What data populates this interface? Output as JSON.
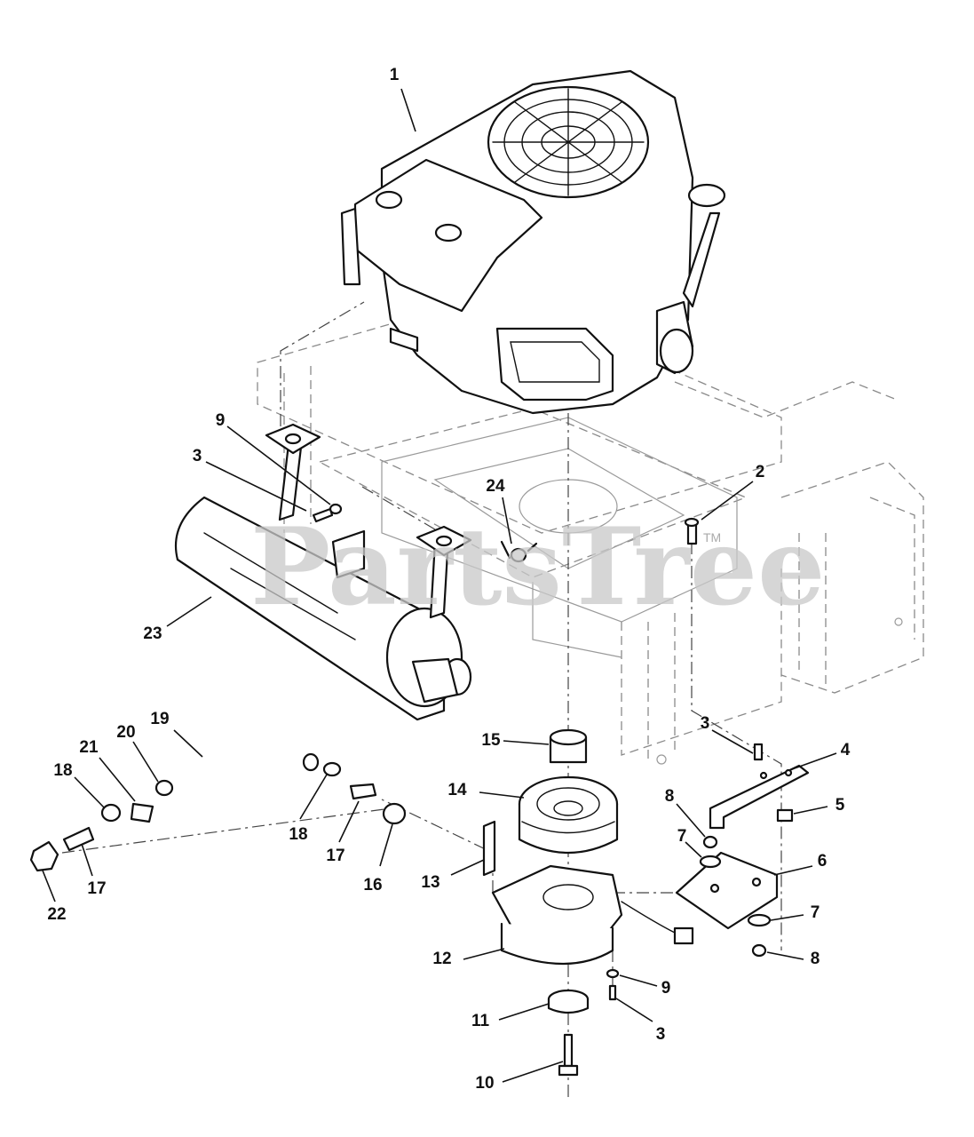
{
  "watermark": {
    "text": "PartsTree",
    "trademark": "TM"
  },
  "callouts": [
    {
      "id": "c1",
      "label": "1"
    },
    {
      "id": "c2",
      "label": "2"
    },
    {
      "id": "c3a",
      "label": "3"
    },
    {
      "id": "c3b",
      "label": "3"
    },
    {
      "id": "c3c",
      "label": "3"
    },
    {
      "id": "c4",
      "label": "4"
    },
    {
      "id": "c5",
      "label": "5"
    },
    {
      "id": "c6",
      "label": "6"
    },
    {
      "id": "c7a",
      "label": "7"
    },
    {
      "id": "c7b",
      "label": "7"
    },
    {
      "id": "c8a",
      "label": "8"
    },
    {
      "id": "c8b",
      "label": "8"
    },
    {
      "id": "c9a",
      "label": "9"
    },
    {
      "id": "c9b",
      "label": "9"
    },
    {
      "id": "c10",
      "label": "10"
    },
    {
      "id": "c11",
      "label": "11"
    },
    {
      "id": "c12",
      "label": "12"
    },
    {
      "id": "c13",
      "label": "13"
    },
    {
      "id": "c14",
      "label": "14"
    },
    {
      "id": "c15",
      "label": "15"
    },
    {
      "id": "c16",
      "label": "16"
    },
    {
      "id": "c17a",
      "label": "17"
    },
    {
      "id": "c17b",
      "label": "17"
    },
    {
      "id": "c18a",
      "label": "18"
    },
    {
      "id": "c18b",
      "label": "18"
    },
    {
      "id": "c19",
      "label": "19"
    },
    {
      "id": "c20",
      "label": "20"
    },
    {
      "id": "c21",
      "label": "21"
    },
    {
      "id": "c22",
      "label": "22"
    },
    {
      "id": "c23",
      "label": "23"
    },
    {
      "id": "c24",
      "label": "24"
    }
  ]
}
